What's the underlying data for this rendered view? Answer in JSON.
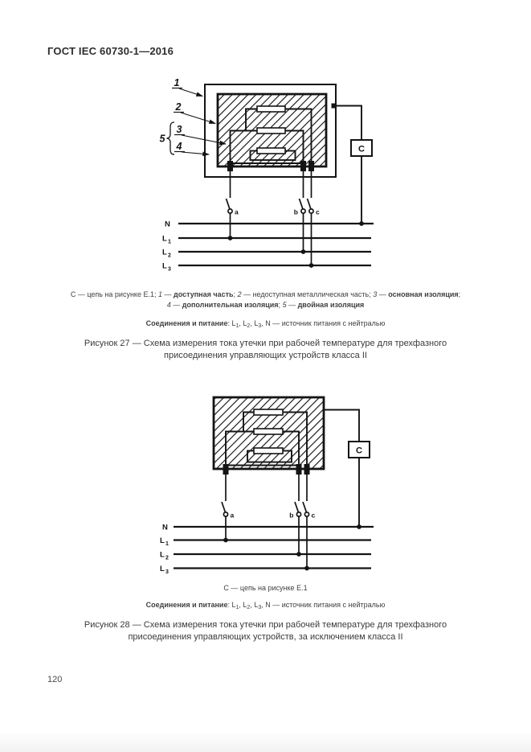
{
  "page": {
    "header": "ГОСТ IEC 60730-1—2016",
    "page_number": "120"
  },
  "figure27": {
    "diagram": {
      "callouts": {
        "c1": "1",
        "c2": "2",
        "c3": "3",
        "c4": "4",
        "c5": "5"
      },
      "circuit_box": "C",
      "switches": {
        "a": "a",
        "b": "b",
        "c": "c"
      },
      "lines": {
        "n": "N",
        "l": "L",
        "l1_sub": "1",
        "l2_sub": "2",
        "l3_sub": "3"
      }
    },
    "legend_line1": [
      "С — цепь на рисунке Е.1; ",
      "1",
      " — ",
      "доступная часть",
      "; ",
      "2",
      " — недоступная металлическая часть; ",
      "3",
      " — ",
      "основная изоляция",
      ";"
    ],
    "legend_line2": [
      "4",
      " — ",
      "дополнительная изоляция",
      "; ",
      "5",
      " — ",
      "двойная изоляция"
    ],
    "feed": [
      "Соединения и питание",
      ": L",
      "1",
      ", L",
      "2",
      ", L",
      "3",
      ", N — источник питания с нейтралью"
    ],
    "caption_line1": "Рисунок 27 — Схема измерения тока утечки при рабочей температуре для трехфазного",
    "caption_line2": "присоединения управляющих устройств класса II"
  },
  "figure28": {
    "diagram": {
      "circuit_box": "C",
      "switches": {
        "a": "a",
        "b": "b",
        "c": "c"
      },
      "lines": {
        "n": "N",
        "l": "L",
        "l1_sub": "1",
        "l2_sub": "2",
        "l3_sub": "3"
      }
    },
    "legend": "С — цепь на рисунке Е.1",
    "feed": [
      "Соединения и питание",
      ": L",
      "1",
      ", L",
      "2",
      ", L",
      "3",
      ", N — источник питания с нейтралью"
    ],
    "caption_line1": "Рисунок 28 — Схема измерения тока утечки при рабочей температуре для трехфазного",
    "caption_line2": "присоединения управляющих устройств, за исключением класса II"
  }
}
